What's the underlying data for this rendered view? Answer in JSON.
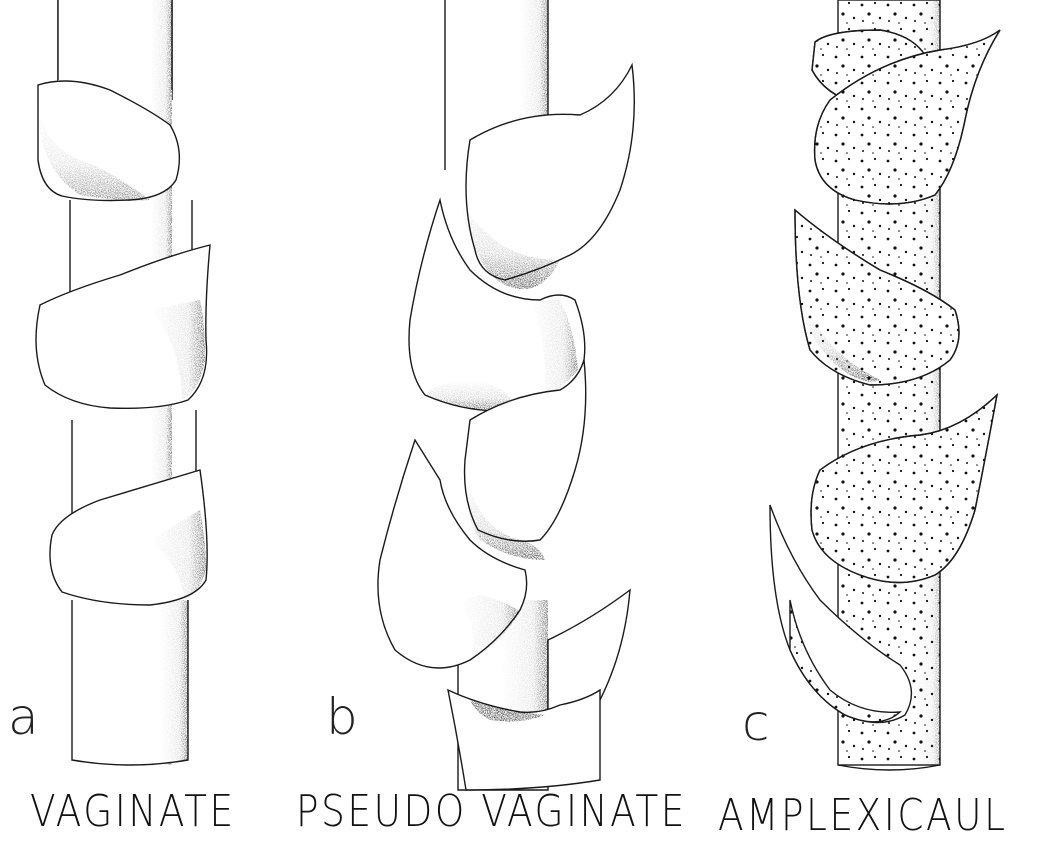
{
  "panels": [
    {
      "letter": "a",
      "caption": "VAGINATE"
    },
    {
      "letter": "b",
      "caption": "PSEUDO VAGINATE"
    },
    {
      "letter": "c",
      "caption": "AMPLEXICAUL"
    }
  ]
}
